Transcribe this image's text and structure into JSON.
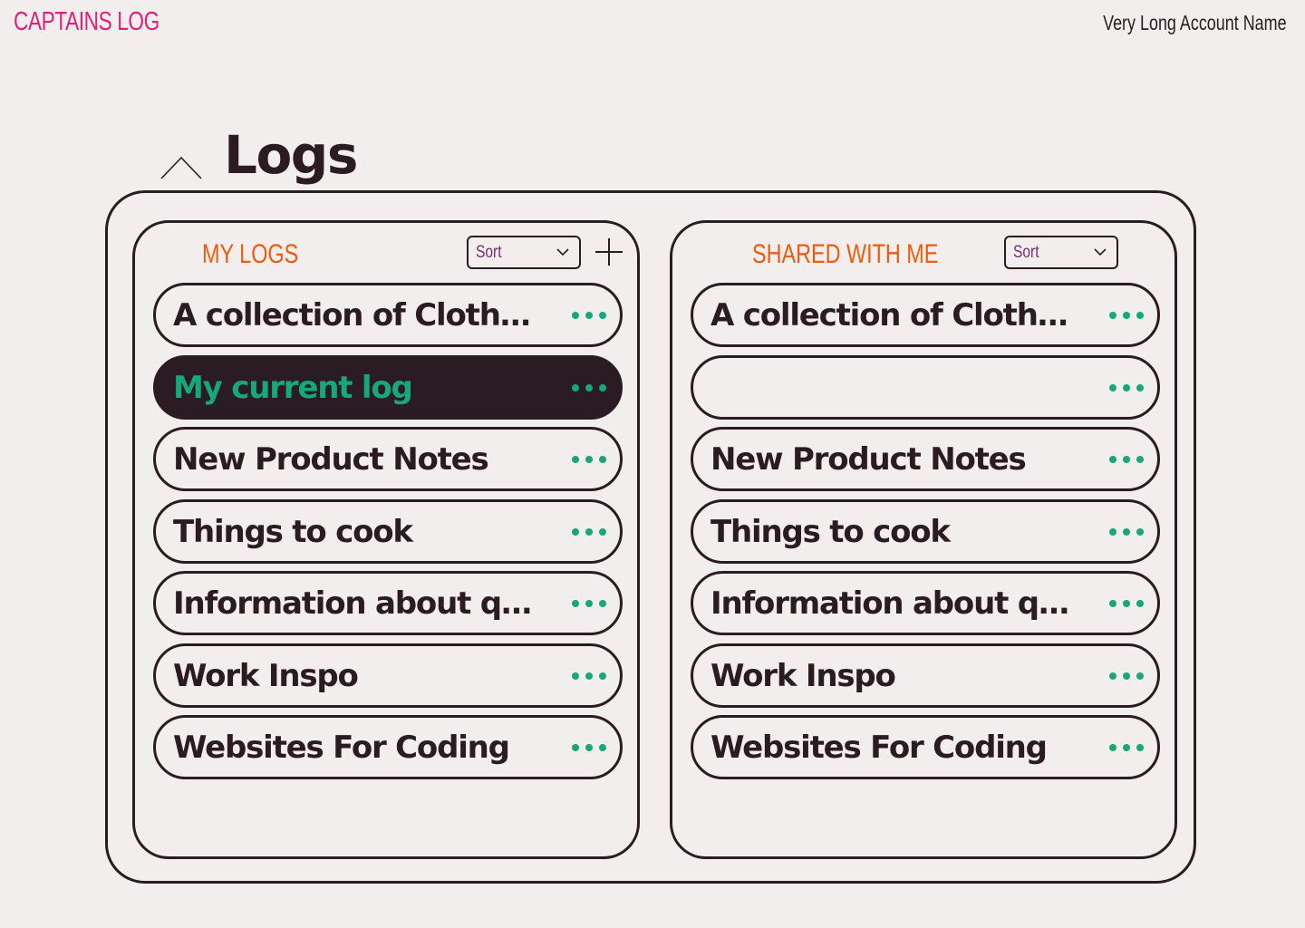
{
  "header": {
    "brand": "CAPTAINS LOG",
    "account_name": "Very Long Account Name"
  },
  "page": {
    "title": "Logs"
  },
  "my_logs": {
    "heading": "MY LOGS",
    "sort_label": "Sort",
    "items": [
      {
        "label": "A collection of Clothing"
      },
      {
        "label": "My current log",
        "active": true
      },
      {
        "label": "New Product Notes"
      },
      {
        "label": "Things to cook"
      },
      {
        "label": "Information about quick e..."
      },
      {
        "label": "Work Inspo"
      },
      {
        "label": "Websites For Coding"
      }
    ]
  },
  "shared_with_me": {
    "heading": "SHARED WITH ME",
    "sort_label": "Sort",
    "items": [
      {
        "label": "A collection of Clothing"
      },
      {
        "label": ""
      },
      {
        "label": "New Product Notes"
      },
      {
        "label": "Things to cook"
      },
      {
        "label": "Information about quick e..."
      },
      {
        "label": "Work Inspo"
      },
      {
        "label": "Websites For Coding"
      }
    ]
  },
  "icons": {
    "collapse": "chevron-up-icon",
    "add": "plus-icon",
    "sort": "chevron-down-icon",
    "item_menu": "more-dots-icon"
  },
  "colors": {
    "brand": "#e01f79",
    "heading": "#ef5a0b",
    "accent": "#16a878",
    "sort_text": "#7b2a70",
    "dark": "#2a1c22",
    "background": "#f2eeed"
  }
}
